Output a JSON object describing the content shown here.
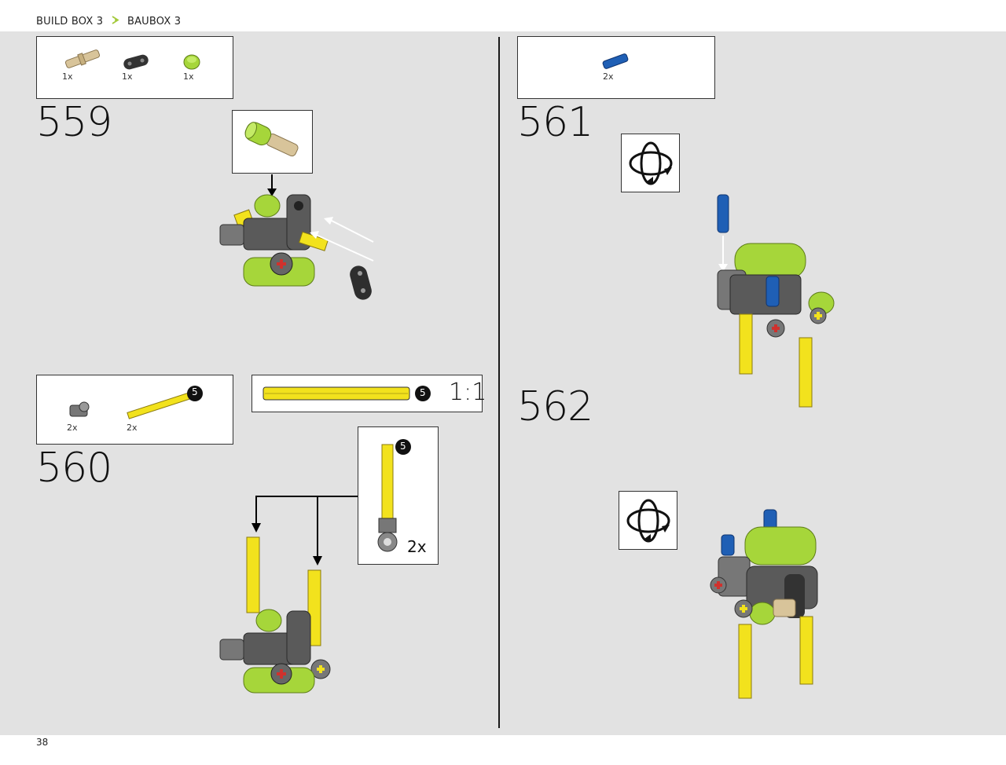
{
  "header": {
    "breadcrumb_en": "BUILD BOX 3",
    "breadcrumb_de": "BAUBOX 3",
    "separator_icon": "chevron-right-icon",
    "accent_color": "#a3c93a"
  },
  "footer": {
    "page_number": "38"
  },
  "steps": [
    {
      "number": "559",
      "parts": [
        {
          "qty": "1x"
        },
        {
          "qty": "1x"
        },
        {
          "qty": "1x"
        }
      ]
    },
    {
      "number": "560",
      "parts": [
        {
          "qty": "2x"
        },
        {
          "qty": "2x"
        }
      ],
      "axle_length_badge": "5",
      "scale_label": "1:1",
      "callout_qty": "2x",
      "callout_badge": "5"
    },
    {
      "number": "561",
      "parts": [
        {
          "qty": "2x"
        }
      ],
      "rotate_icon": "rotate-model-icon"
    },
    {
      "number": "562",
      "rotate_icon": "rotate-model-icon"
    }
  ],
  "colors": {
    "lime": "#a6d63a",
    "yellow": "#f2e21d",
    "dark_gray": "#5a5a5a",
    "blue": "#1f5fb5",
    "tan": "#d8c49a",
    "red": "#d0312d"
  }
}
